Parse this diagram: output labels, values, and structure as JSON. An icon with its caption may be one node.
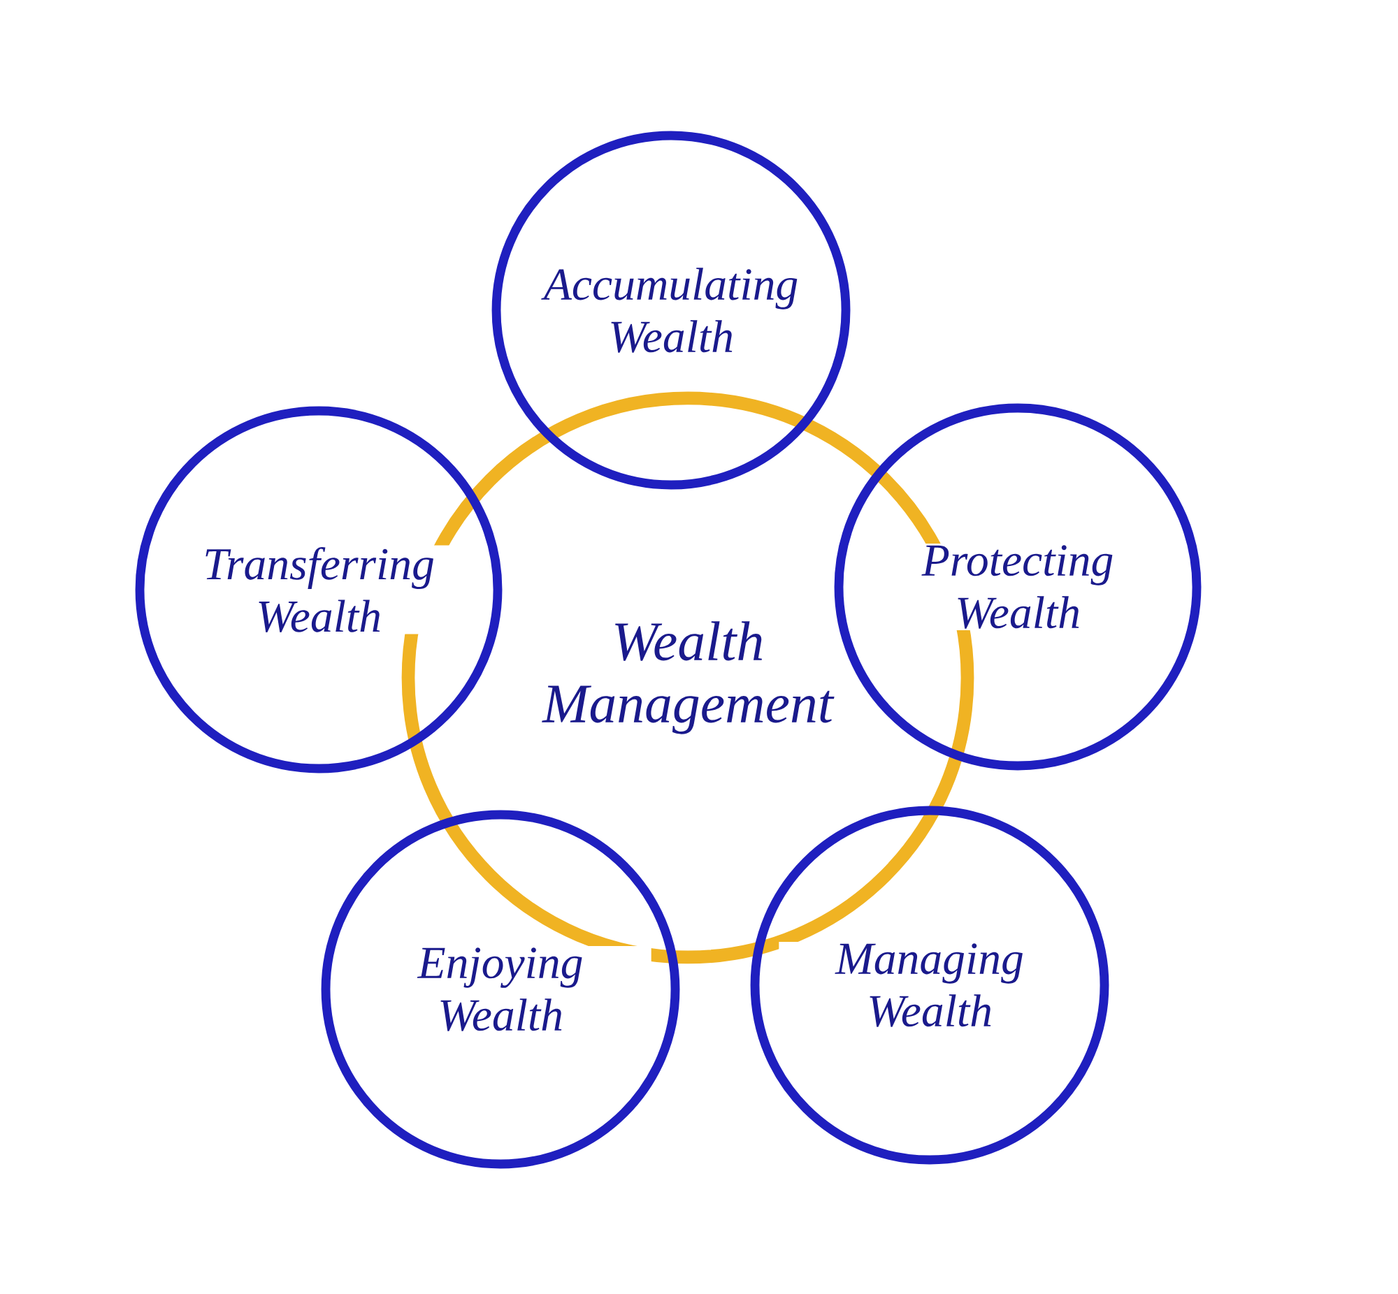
{
  "diagram": {
    "nodes": [
      {
        "text": [
          "Wealth Management"
        ]
      },
      {
        "text": [
          "Accumulating Wealth"
        ]
      },
      {
        "text": [
          "Transferring Wealth"
        ]
      },
      {
        "text": [
          "Protecting Wealth"
        ]
      },
      {
        "text": [
          "Enjoying Wealth"
        ]
      },
      {
        "text": [
          "Managing Wealth"
        ]
      }
    ]
  }
}
